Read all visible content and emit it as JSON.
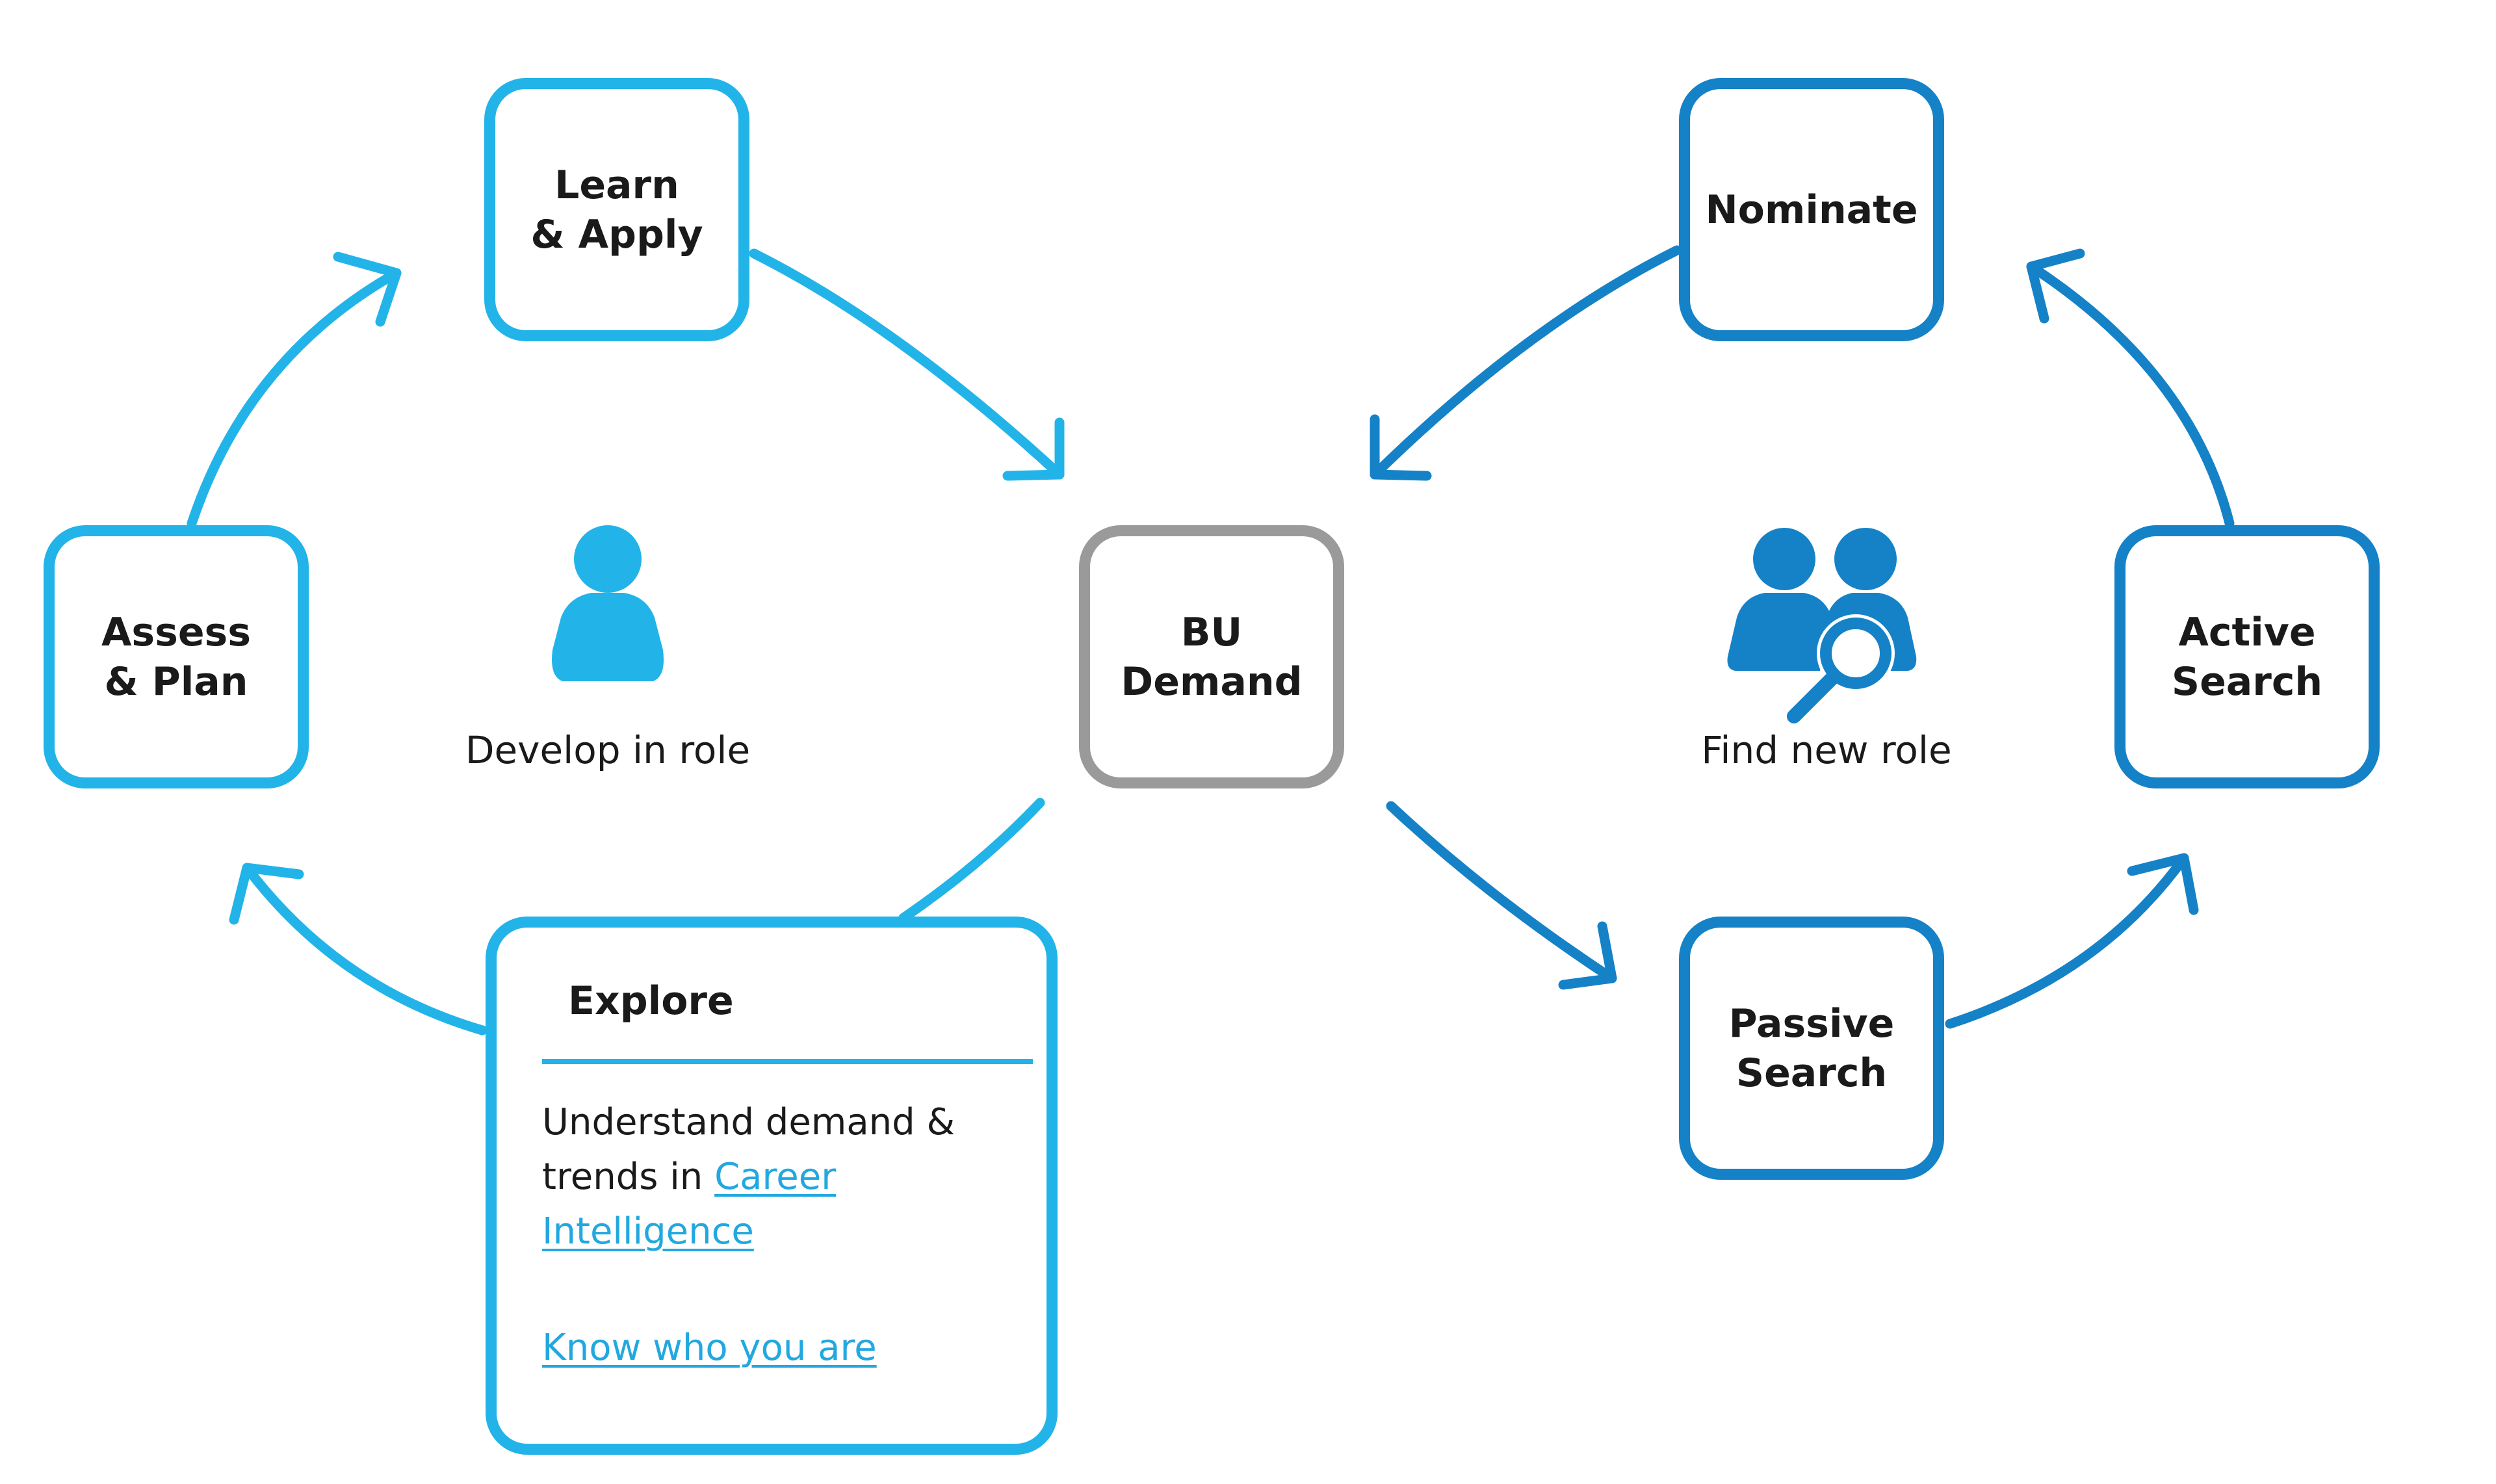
{
  "colors": {
    "light_blue": "#22b4e8",
    "dark_blue": "#1582c7",
    "gray": "#9a9a9a",
    "text": "#1a1a1a",
    "link": "#22a8e0"
  },
  "boxes": {
    "learn_apply": "Learn\n& Apply",
    "assess_plan": "Assess\n& Plan",
    "bu_demand": "BU\nDemand",
    "nominate": "Nominate",
    "active_search": "Active\nSearch",
    "passive_search": "Passive\nSearch"
  },
  "left_cycle": {
    "caption": "Develop in role",
    "icon": "person-icon"
  },
  "right_cycle": {
    "caption": "Find new role",
    "icon": "people-search-icon"
  },
  "explore": {
    "title": "Explore",
    "body_prefix": "Understand demand & trends in ",
    "career_link": "Career Intelligence",
    "know_link": "Know who you are"
  }
}
